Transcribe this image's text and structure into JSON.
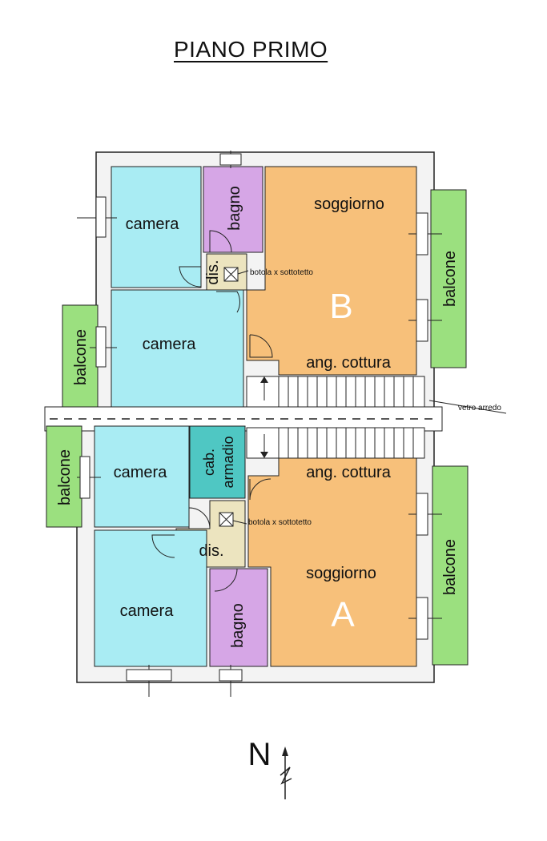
{
  "title": "PIANO PRIMO",
  "colors": {
    "camera": "#a9ecf3",
    "bagno": "#d6a6e6",
    "soggiorno": "#f7c07a",
    "dis": "#ece4bf",
    "cabina": "#4fc7c3",
    "balcone": "#9be07f",
    "wall": "#f3f3f3",
    "line": "#222222"
  },
  "units": {
    "B": {
      "letter": "B",
      "rooms": {
        "camera_top": "camera",
        "bagno": "bagno",
        "soggiorno": "soggiorno",
        "dis": "dis.",
        "camera_mid": "camera",
        "ang_cottura": "ang. cottura",
        "balcone_right": "balcone",
        "balcone_left": "balcone"
      },
      "note_hatch": "botola x sottotetto"
    },
    "A": {
      "letter": "A",
      "rooms": {
        "camera_top": "camera",
        "cabina": "cab. armadio",
        "ang_cottura": "ang. cottura",
        "dis": "dis.",
        "soggiorno": "soggiorno",
        "camera_bottom": "camera",
        "bagno": "bagno",
        "balcone_left": "balcone",
        "balcone_right": "balcone"
      },
      "note_hatch": "botola x sottotetto"
    }
  },
  "note_glass": "vetro arredo",
  "north": "N"
}
